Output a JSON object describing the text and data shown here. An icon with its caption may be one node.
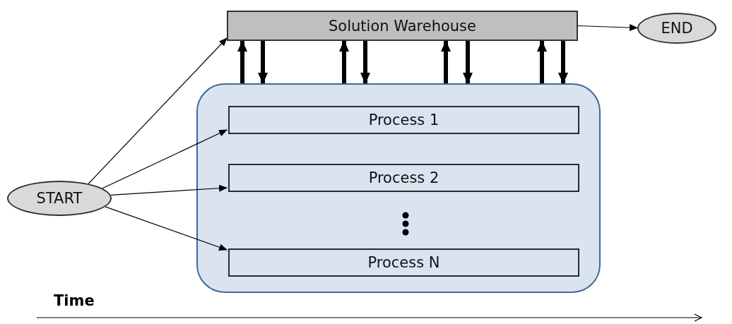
{
  "diagram": {
    "nodes": [
      {
        "text": [
          "Solution Warehouse"
        ]
      },
      {
        "text": [
          "END"
        ]
      },
      {
        "text": [],
        "shape": "box"
      },
      {
        "text": [
          "Process 1"
        ],
        "in": 2
      },
      {
        "text": [
          "Process 2"
        ],
        "in": 2
      },
      {
        "text": [
          "Process N"
        ],
        "in": 2
      },
      {
        "text": [
          "START"
        ]
      }
    ],
    "edges": [
      {
        "from": 6,
        "to": 0,
        "arrow": "to"
      },
      {
        "from": 6,
        "to": 3,
        "arrow": "to"
      },
      {
        "from": 6,
        "to": 4,
        "arrow": "to"
      },
      {
        "from": 6,
        "to": 5,
        "arrow": "to"
      },
      {
        "from": 0,
        "to": 1,
        "arrow": "to"
      },
      {
        "from": 2,
        "to": 0,
        "arrow": "to"
      },
      {
        "from": 0,
        "to": 2,
        "arrow": "to"
      },
      {
        "from": 2,
        "to": 0,
        "arrow": "to"
      },
      {
        "from": 0,
        "to": 2,
        "arrow": "to"
      },
      {
        "from": 2,
        "to": 0,
        "arrow": "to"
      },
      {
        "from": 0,
        "to": 2,
        "arrow": "to"
      },
      {
        "from": 2,
        "to": 0,
        "arrow": "to"
      },
      {
        "from": 0,
        "to": 2,
        "arrow": "to"
      }
    ],
    "labels": [
      "Time"
    ]
  }
}
